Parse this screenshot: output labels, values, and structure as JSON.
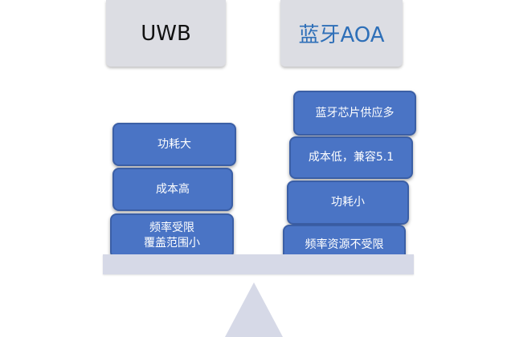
{
  "left_header": "UWB",
  "right_header": "蓝牙AOA",
  "left_items": [
    {
      "lines": [
        "功耗大"
      ]
    },
    {
      "lines": [
        "成本高"
      ]
    },
    {
      "lines": [
        "频率受限",
        "覆盖范围小"
      ]
    }
  ],
  "right_items": [
    {
      "lines": [
        "蓝牙芯片供应多"
      ]
    },
    {
      "lines": [
        "成本低，兼容5.1"
      ]
    },
    {
      "lines": [
        "功耗小"
      ]
    },
    {
      "lines": [
        "频率资源不受限"
      ]
    }
  ],
  "colors": {
    "box_fill": "#4a74c5",
    "header_bg": "#dcdde3",
    "right_header_text": "#2e6fb8",
    "beam": "#d6d9e7"
  }
}
